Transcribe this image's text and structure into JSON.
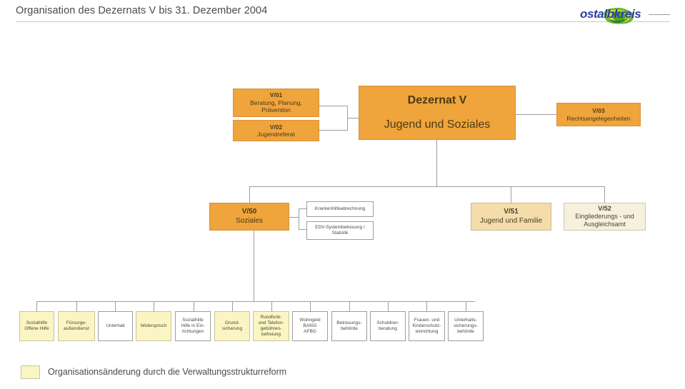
{
  "header": {
    "title": "Organisation des Dezernats V bis 31. Dezember 2004",
    "logo_text": "ostalbkreis",
    "logo_icon": "ostalbkreis-map-logo"
  },
  "chart_data": {
    "type": "diagram",
    "title": "Organisation des Dezernats V bis 31. Dezember 2004",
    "legend": [
      {
        "color": "#faf5c3",
        "label": "Organisationsänderung durch die Verwaltungsstrukturreform"
      }
    ]
  },
  "root": {
    "code": "Dezernat V",
    "name": "Jugend und Soziales"
  },
  "staff": [
    {
      "code": "V/01",
      "lines": [
        "Beratung, Planung,",
        "Prävention"
      ]
    },
    {
      "code": "V/02",
      "lines": [
        "Jugendreferat"
      ]
    }
  ],
  "right_unit": {
    "code": "V/03",
    "lines": [
      "Rechtsangelegenheiten"
    ]
  },
  "divisions": [
    {
      "code": "V/50",
      "lines": [
        "Soziales"
      ],
      "style": "orange"
    },
    {
      "code": "V/51",
      "lines": [
        "Jugend und Familie"
      ],
      "style": "tan"
    },
    {
      "code": "V/52",
      "lines": [
        "Eingliederungs - und",
        "Ausgleichsamt"
      ],
      "style": "cream"
    }
  ],
  "v50_side_units": [
    {
      "lines": [
        "Krankenhilfeabrechnung"
      ]
    },
    {
      "lines": [
        "EDV-Systembetreuung /",
        "Statistik"
      ]
    }
  ],
  "v50_children": [
    {
      "lines": [
        "Sozialhilfe",
        "Offene Hilfe"
      ],
      "changed": true
    },
    {
      "lines": [
        "Fürsorge-",
        "außendienst"
      ],
      "changed": true
    },
    {
      "lines": [
        "Unterhalt"
      ],
      "changed": false
    },
    {
      "lines": [
        "Widerspruch"
      ],
      "changed": true
    },
    {
      "lines": [
        "Sozialhilfe",
        "Hilfe in Ein-",
        "richtungen"
      ],
      "changed": false
    },
    {
      "lines": [
        "Grund-",
        "sicherung"
      ],
      "changed": true
    },
    {
      "lines": [
        "Rundfunk-",
        "und Telefon-",
        "gebühren-",
        "befreiung"
      ],
      "changed": true
    },
    {
      "lines": [
        "Wohngeld",
        "BAföG",
        "AFBG"
      ],
      "changed": false
    },
    {
      "lines": [
        "Betreuungs-",
        "behörde"
      ],
      "changed": false
    },
    {
      "lines": [
        "Schuldner-",
        "beratung"
      ],
      "changed": false
    },
    {
      "lines": [
        "Frauen- und",
        "Kinderschutz-",
        "einrichtung"
      ],
      "changed": false
    },
    {
      "lines": [
        "Unterhalts-",
        "sicherungs-",
        "behörde"
      ],
      "changed": false
    }
  ],
  "legend": {
    "label": "Organisationsänderung durch die Verwaltungsstrukturreform"
  }
}
